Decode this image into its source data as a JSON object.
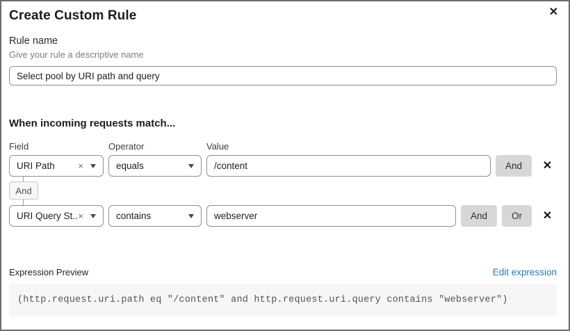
{
  "dialog": {
    "title": "Create Custom Rule",
    "close_icon": "✕"
  },
  "rule_name": {
    "label": "Rule name",
    "hint": "Give your rule a descriptive name",
    "value": "Select pool by URI path and query"
  },
  "matcher": {
    "heading": "When incoming requests match...",
    "column_labels": {
      "field": "Field",
      "operator": "Operator",
      "value": "Value"
    },
    "connector_label": "And",
    "and_button": "And",
    "or_button": "Or",
    "clear_icon": "×",
    "remove_icon": "✕",
    "rows": [
      {
        "field": "URI Path",
        "operator": "equals",
        "value": "/content"
      },
      {
        "field": "URI Query St...",
        "operator": "contains",
        "value": "webserver"
      }
    ]
  },
  "expression": {
    "label": "Expression Preview",
    "edit_link": "Edit expression",
    "code": "(http.request.uri.path eq \"/content\" and http.request.uri.query contains \"webserver\")"
  },
  "colors": {
    "link_blue": "#2778b5",
    "connector_button_gray": "#d7d7d7",
    "code_background": "#f6f6f7",
    "dialog_border": "#6d6d6d"
  }
}
